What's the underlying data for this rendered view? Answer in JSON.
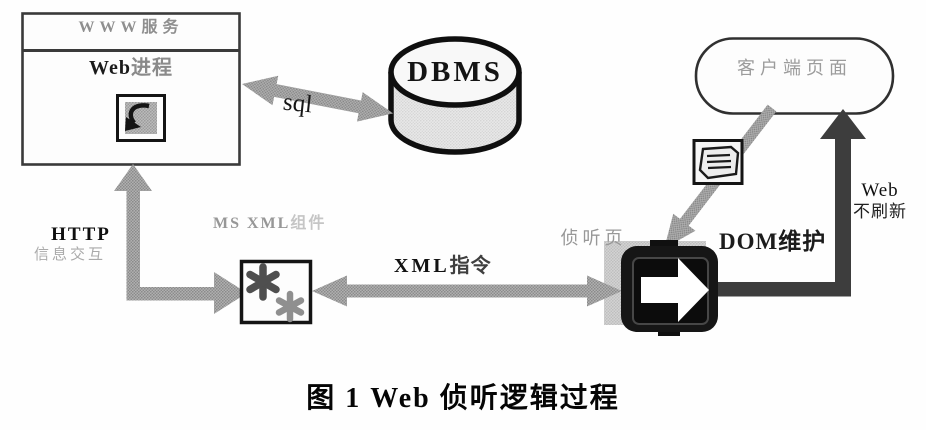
{
  "figure": {
    "www_box": {
      "title": "WWW服务",
      "process_latin": "Web",
      "process_cn": "进程"
    },
    "dbms": {
      "label": "DBMS"
    },
    "sql_arrow": {
      "label": "sql"
    },
    "http": {
      "label": "HTTP",
      "sublabel": "信息交互"
    },
    "msxml": {
      "label_latin": "MS XML",
      "label_cn": "组件"
    },
    "xml_cmd": {
      "label_latin": "XML",
      "label_cn": "指令"
    },
    "listener": {
      "label": "侦听页"
    },
    "dom": {
      "label": "DOM维护"
    },
    "client": {
      "label": "客户端页面"
    },
    "no_refresh": {
      "line1": "Web",
      "line2": "不刷新"
    },
    "caption": "图 1 Web 侦听逻辑过程"
  },
  "icons": {
    "web_process": "refresh-loop-icon",
    "msxml_component": "asterisk-component-icon",
    "script_document": "script-document-icon",
    "listener_page": "right-arrow-page-icon",
    "dbms_shape": "database-cylinder"
  },
  "colors": {
    "arrow_gray": "#a5a5a5",
    "arrow_dark": "#3d3d3d",
    "ink": "#111111",
    "label_gray": "#9a9a9a",
    "label_light": "#c5c5c5",
    "paper": "#fefefe"
  }
}
